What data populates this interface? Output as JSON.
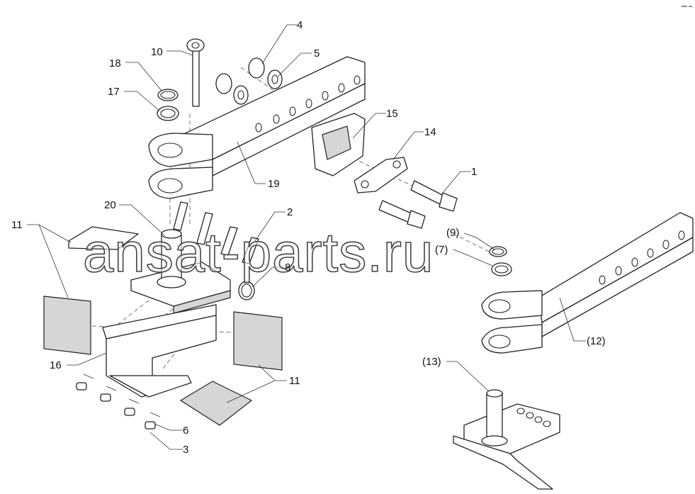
{
  "callouts": {
    "c1": "1",
    "c2": "2",
    "c3": "3",
    "c4": "4",
    "c5": "5",
    "c6": "6",
    "c7": "(7)",
    "c8": "8",
    "c9": "(9)",
    "c10": "10",
    "c11a": "11",
    "c11b": "11",
    "c12": "(12)",
    "c13": "(13)",
    "c14": "14",
    "c15": "15",
    "c16": "16",
    "c17": "17",
    "c18": "18",
    "c19": "19",
    "c20": "20"
  },
  "watermark": "ansat-parts.ru"
}
